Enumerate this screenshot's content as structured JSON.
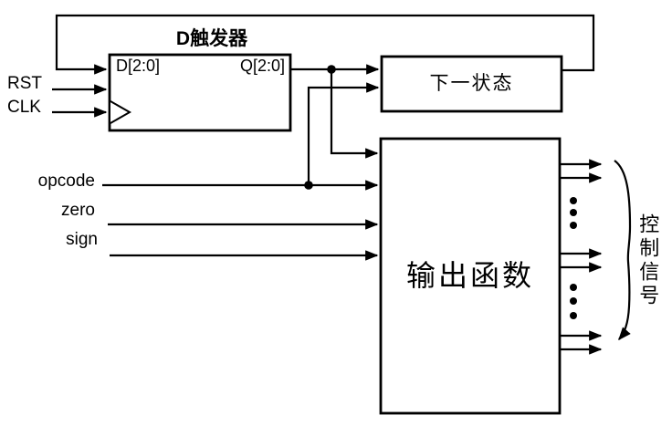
{
  "canvas": {
    "background": "#ffffff",
    "line_color": "#000000"
  },
  "blocks": {
    "dff": {
      "title": "D触发器",
      "port_d": "D[2:0]",
      "port_q": "Q[2:0]"
    },
    "next_state": {
      "label": "下一状态"
    },
    "output_function": {
      "label": "输出函数"
    }
  },
  "inputs": {
    "rst": "RST",
    "clk": "CLK",
    "opcode": "opcode",
    "zero": "zero",
    "sign": "sign"
  },
  "outputs": {
    "group_label": "控制信号"
  },
  "connections": [
    "下一状态 → D[2:0] (顶部反馈回路)",
    "RST → D触发器",
    "CLK → D触发器 (时钟边沿)",
    "Q[2:0] → 下一状态",
    "Q[2:0] → 输出函数",
    "opcode → 下一状态",
    "opcode → 输出函数",
    "zero → 输出函数",
    "sign → 输出函数",
    "输出函数 → 控制信号 (多路输出)"
  ]
}
